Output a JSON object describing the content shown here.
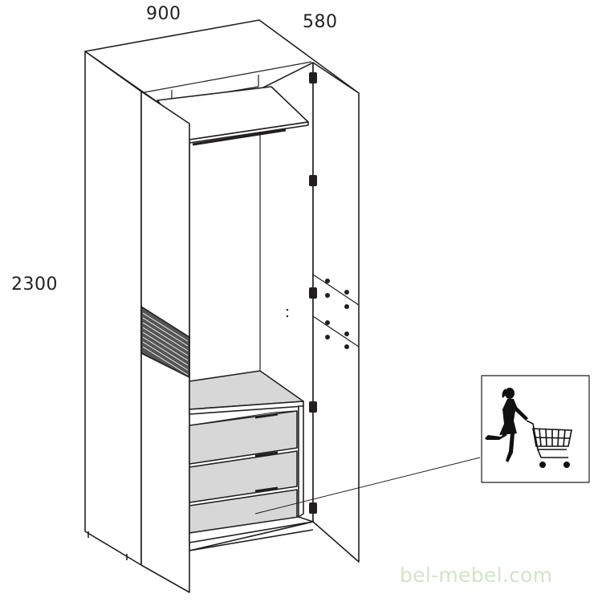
{
  "dimensions": {
    "width": "900",
    "depth": "580",
    "height": "2300"
  },
  "watermark": "bel-mebel.com",
  "colors": {
    "line": "#231f20",
    "drawer_fill": "#d7d7d7",
    "shelf_fill": "#e8e8e8",
    "watermark": "#cfe6c6"
  },
  "icons": {
    "inset": "shopper-with-cart-icon"
  }
}
